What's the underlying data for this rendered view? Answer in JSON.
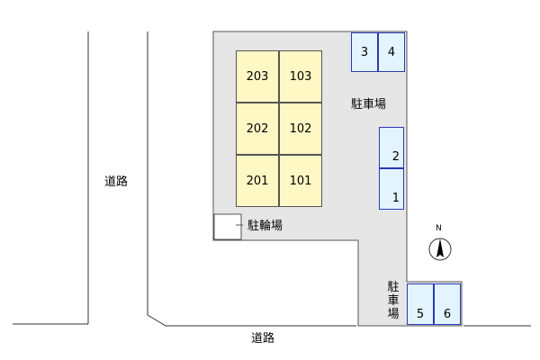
{
  "road_left_label": "道路",
  "road_bottom_label": "道路",
  "parking_label": "駐車場",
  "parking_label_vertical": [
    "駐",
    "車",
    "場"
  ],
  "bicycle_parking_label": "駐輪場",
  "north_label": "N",
  "rooms": {
    "r203": "203",
    "r103": "103",
    "r202": "202",
    "r102": "102",
    "r201": "201",
    "r101": "101"
  },
  "spaces": {
    "s1": "1",
    "s2": "2",
    "s3": "3",
    "s4": "4",
    "s5": "5",
    "s6": "6"
  },
  "colors": {
    "lot_fill": "#e6e6e6",
    "room_fill": "#fff8c4",
    "parking_fill": "#e3f4ff",
    "parking_border": "#2a3ab5"
  }
}
